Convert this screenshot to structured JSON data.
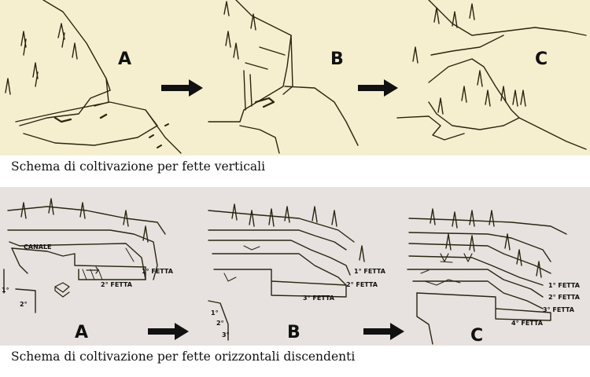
{
  "top": {
    "caption": "Schema di coltivazione per fette verticali",
    "labels": [
      "A",
      "B",
      "C"
    ]
  },
  "bottom": {
    "caption": "Schema di coltivazione per fette orizzontali discendenti",
    "labels": [
      "A",
      "B",
      "C"
    ],
    "a": {
      "canale": "CANALE",
      "f1": "1° FETTA",
      "f2": "2° FETTA",
      "s1": "1°",
      "s2": "2°"
    },
    "b": {
      "f1": "1° FETTA",
      "f2": "2° FETTA",
      "f3": "3° FETTA",
      "s1": "1°",
      "s2": "2°",
      "s3": "3°"
    },
    "c": {
      "f1": "1° FETTA",
      "f2": "2° FETTA",
      "f3": "3° FETTA",
      "f4": "4° FETTA"
    }
  },
  "colors": {
    "top_bg": "#f5efcf",
    "bottom_bg": "#e7e2df",
    "ink": "#2a2410"
  },
  "icons": [
    "arrow-right-icon",
    "tree-icon"
  ]
}
